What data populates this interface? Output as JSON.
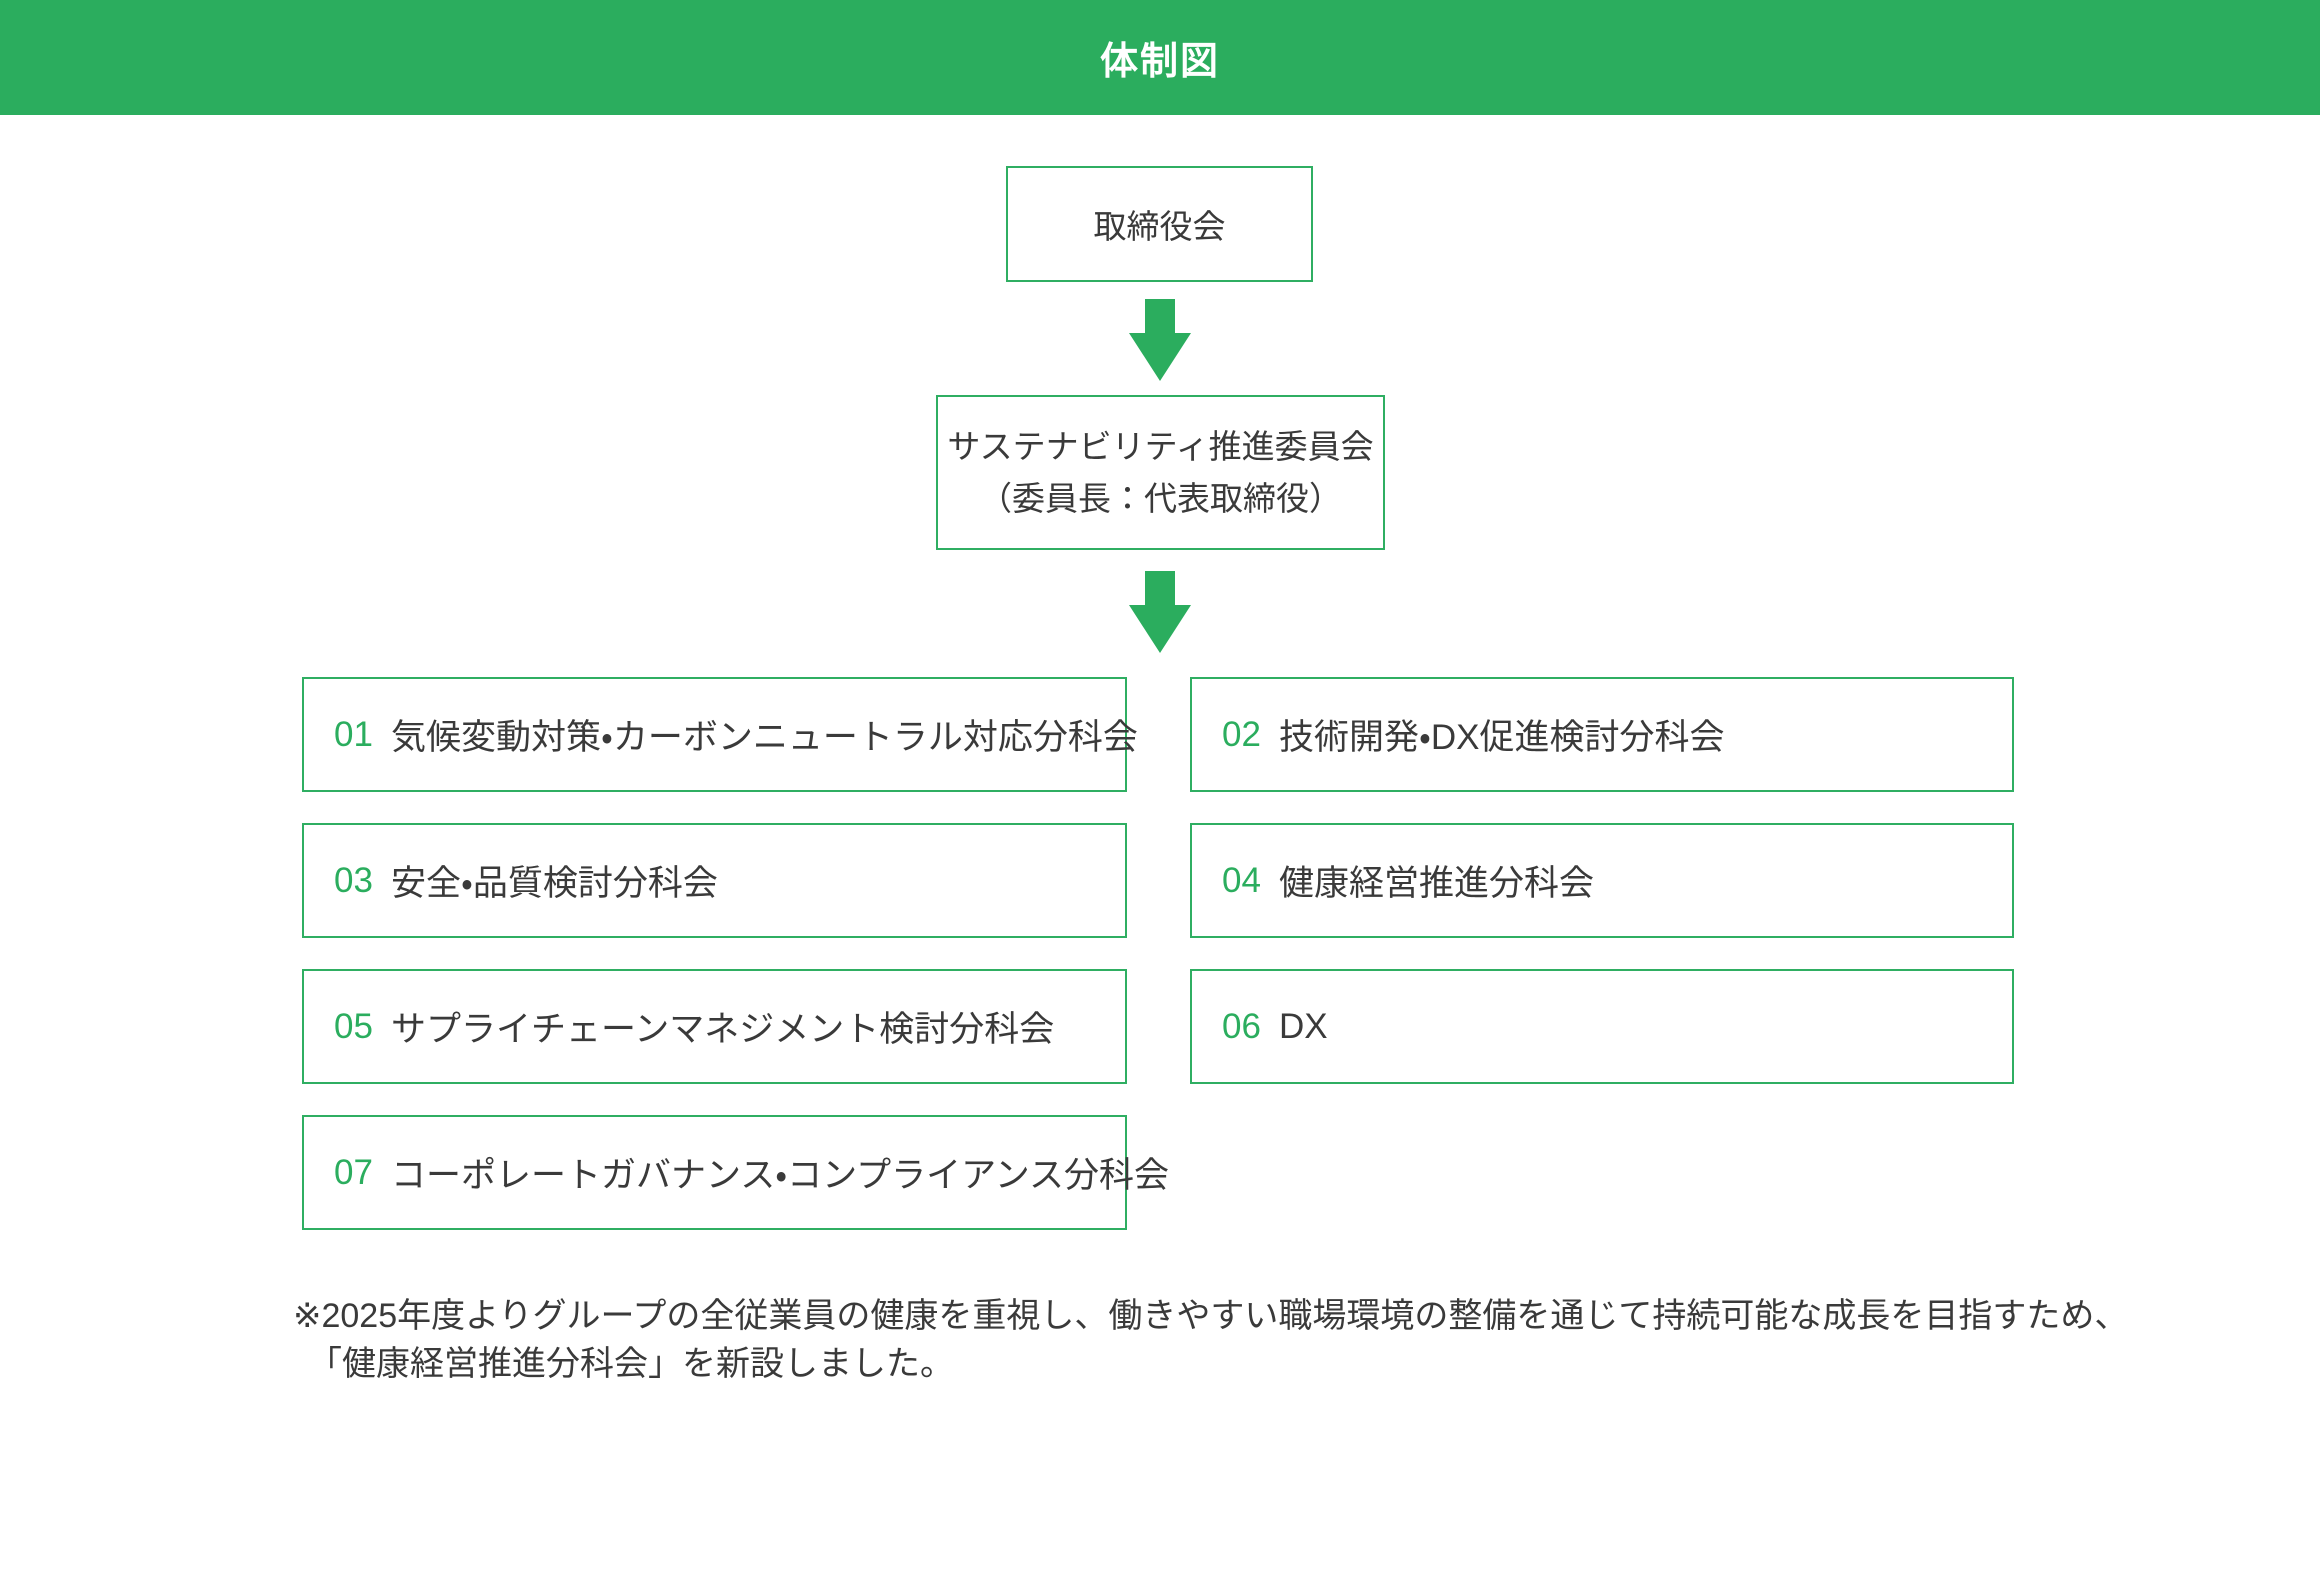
{
  "theme": {
    "green": "#2BAD5E",
    "border_green": "#2FAE62",
    "text_color": "#3A3A3A",
    "header_text_color": "#FFFFFF",
    "background": "#FFFFFF"
  },
  "header": {
    "title": "体制図"
  },
  "icons": {
    "flow_arrow": "arrow-down"
  },
  "chart": {
    "top_box": {
      "label": "取締役会"
    },
    "committee_box": {
      "line1": "サステナビリティ推進委員会",
      "line2": "（委員長：代表取締役）"
    },
    "subcommittees": [
      {
        "number": "01",
        "label": "気候変動対策・カーボンニュートラル対応分科会"
      },
      {
        "number": "02",
        "label": "技術開発・DX促進検討分科会"
      },
      {
        "number": "03",
        "label": "安全・品質検討分科会"
      },
      {
        "number": "04",
        "label": "健康経営推進分科会"
      },
      {
        "number": "05",
        "label": "サプライチェーンマネジメント検討分科会"
      },
      {
        "number": "06",
        "label": "DX"
      },
      {
        "number": "07",
        "label": "コーポレートガバナンス・コンプライアンス分科会"
      }
    ]
  },
  "footnote": {
    "line1": "※2025年度よりグループの全従業員の健康を重視し、働きやすい職場環境の整備を通じて持続可能な成長を目指すため、",
    "line2": "「健康経営推進分科会」を新設しました。"
  }
}
